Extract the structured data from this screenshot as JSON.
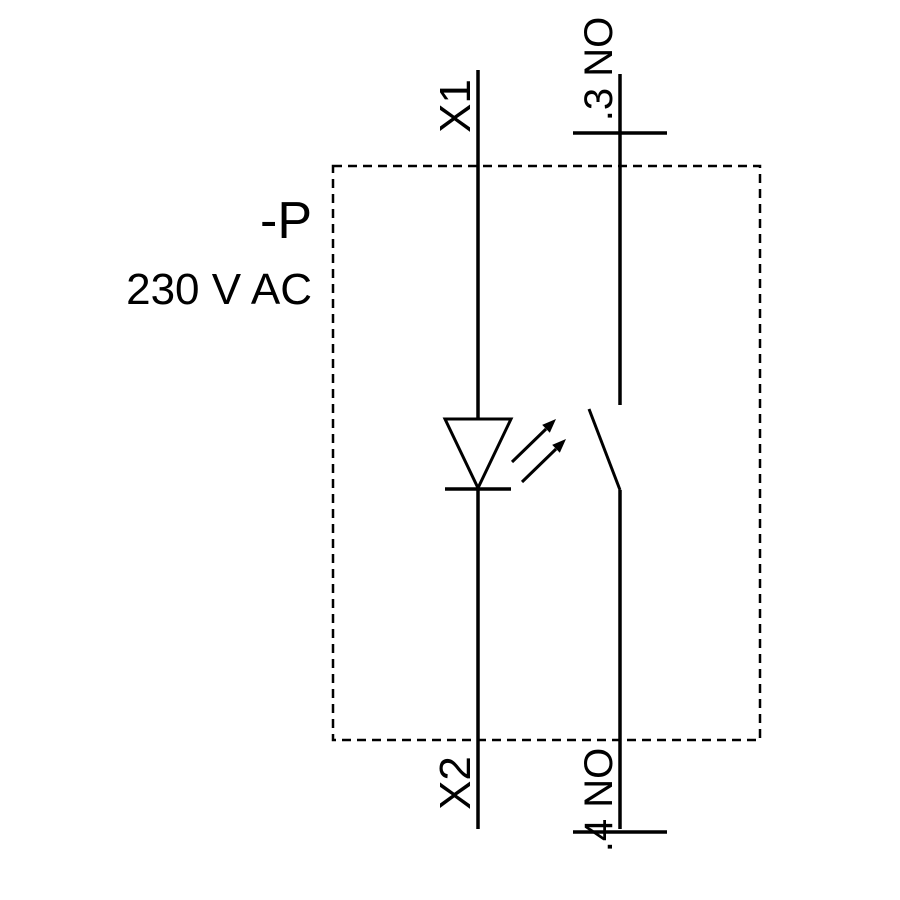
{
  "schematic": {
    "device_label": "-P",
    "rating_label": "230 V AC",
    "terminals": {
      "lamp_top": "X1",
      "lamp_bottom": "X2",
      "contact_top": ".3 NO",
      "contact_bottom": ".4 NO"
    },
    "symbols": {
      "lamp": "led-lamp-symbol",
      "contact": "normally-open-contact-symbol",
      "emission": "light-emission-arrows-icon"
    },
    "colors": {
      "stroke": "#000000",
      "background": "#ffffff"
    }
  }
}
